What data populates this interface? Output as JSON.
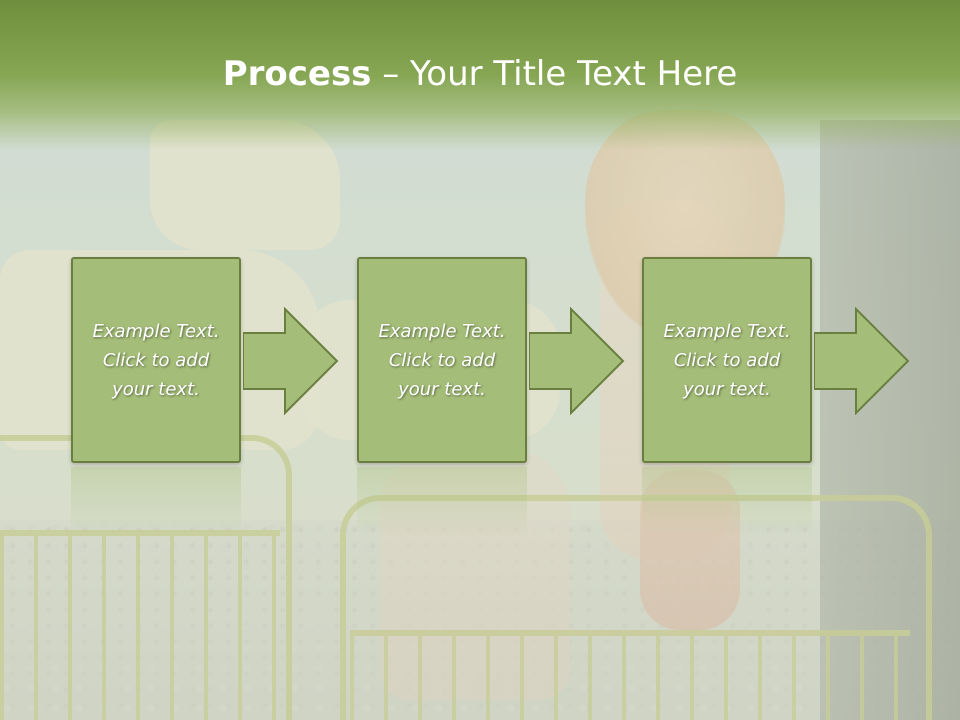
{
  "slide": {
    "title_bold": "Process",
    "title_rest": " – Your Title Text Here",
    "steps": [
      {
        "text": "Example Text.\nClick  to add\nyour text."
      },
      {
        "text": "Example Text.\nClick  to add\nyour text."
      },
      {
        "text": "Example Text.\nClick  to add\nyour text."
      }
    ]
  },
  "colors": {
    "header_green": "#86a653",
    "box_fill": "#a4bd78",
    "box_border": "#6a7f3f",
    "arrow_fill": "#a4bd78"
  },
  "icons": [
    "right-arrow-icon"
  ]
}
